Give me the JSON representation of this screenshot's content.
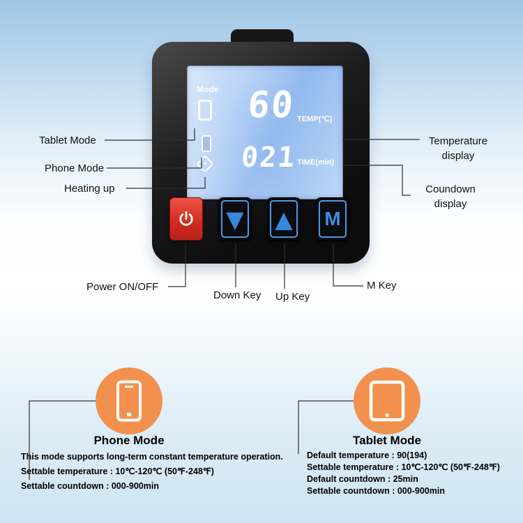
{
  "device": {
    "lcd": {
      "mode_label": "Mode",
      "temp_value": "60",
      "temp_unit": "TEMP(℃)",
      "time_value": "021",
      "time_unit": "TIME(min)"
    },
    "buttons": {
      "down_glyph": "▼",
      "up_glyph": "▲",
      "m_label": "M"
    }
  },
  "callouts": {
    "tablet_mode": "Tablet Mode",
    "phone_mode": "Phone Mode",
    "heating_up": "Heating up",
    "temperature_display": "Temperature display",
    "countdown_display": "Coundown display",
    "power_on_off": "Power ON/OFF",
    "down_key": "Down Key",
    "up_key": "Up Key",
    "m_key": "M Key"
  },
  "modes": {
    "phone": {
      "title": "Phone Mode",
      "lines": [
        "This mode supports long-term constant temperature operation.",
        "Settable temperature : 10℃-120℃ (50℉-248℉)",
        "Settable countdown : 000-900min"
      ]
    },
    "tablet": {
      "title": "Tablet Mode",
      "lines": [
        "Default temperature : 90(194)",
        "Settable temperature : 10℃-120℃ (50℉-248℉)",
        "Default countdown : 25min",
        "Settable countdown : 000-900min"
      ]
    }
  },
  "colors": {
    "accent_orange": "#f1914d",
    "lcd_blue": "#9cc2f2",
    "power_red": "#d02a1f",
    "key_blue": "#3787dd"
  }
}
